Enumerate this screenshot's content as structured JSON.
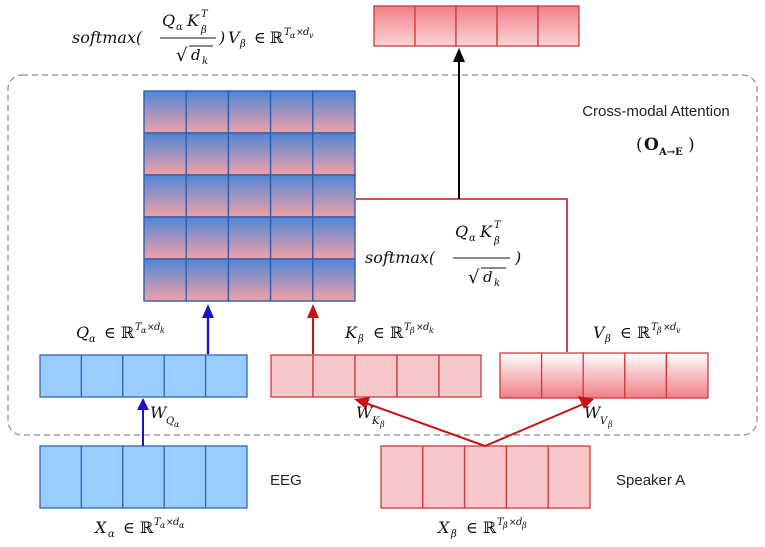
{
  "module": {
    "title": "Cross-modal Attention",
    "op_main": "O",
    "op_sub": "A→E"
  },
  "inputs": {
    "eeg": {
      "label": "EEG",
      "sym": "X",
      "sub": "α",
      "space": "ℝ",
      "sup_a": "T",
      "sup_a_sub": "α",
      "sup_b": "d",
      "sup_b_sub": "α"
    },
    "speaker": {
      "label": "Speaker A",
      "sym": "X",
      "sub": "β",
      "space": "ℝ",
      "sup_a": "T",
      "sup_a_sub": "β",
      "sup_b": "d",
      "sup_b_sub": "β"
    }
  },
  "projections": {
    "q": {
      "sym": "Q",
      "sub": "α",
      "sup_a": "T",
      "sup_a_sub": "α",
      "sup_b": "d",
      "sup_b_sub": "k",
      "weight": "W",
      "weight_sub": "Q",
      "weight_subsub": "α"
    },
    "k": {
      "sym": "K",
      "sub": "β",
      "sup_a": "T",
      "sup_a_sub": "β",
      "sup_b": "d",
      "sup_b_sub": "k",
      "weight": "W",
      "weight_sub": "K",
      "weight_subsub": "β"
    },
    "v": {
      "sym": "V",
      "sub": "β",
      "sup_a": "T",
      "sup_a_sub": "β",
      "sup_b": "d",
      "sup_b_sub": "v",
      "weight": "W",
      "weight_sub": "V",
      "weight_subsub": "β"
    }
  },
  "formulas": {
    "softmax": "softmax(",
    "close": ")",
    "num_q": "Q",
    "num_q_sub": "α",
    "num_k": "K",
    "num_k_sub": "β",
    "num_k_sup": "T",
    "den_sqrt": "√",
    "den_d": "d",
    "den_d_sub": "k",
    "v": "V",
    "v_sub": "β",
    "in": "∈",
    "space": "ℝ",
    "out_sup_a": "T",
    "out_sup_a_sub": "α",
    "out_sup_b": "d",
    "out_sup_b_sub": "v"
  },
  "colors": {
    "blue_fill": "#99ccff",
    "blue_stroke": "#2e67b8",
    "red_fill": "#f7c7c9",
    "red_stroke": "#cc3b3b",
    "arrow_blue": "#1a14c8",
    "arrow_red": "#c81414",
    "arrow_black": "#000000",
    "dashed_border": "#888888"
  }
}
